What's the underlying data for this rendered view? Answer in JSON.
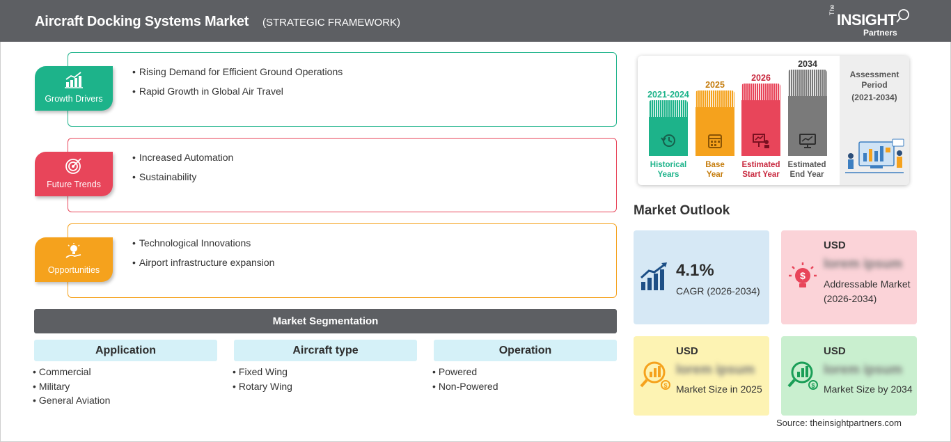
{
  "header": {
    "title": "Aircraft Docking Systems Market",
    "subtitle": "(STRATEGIC FRAMEWORK)",
    "logo": {
      "the": "The",
      "brand": "INSIGHT",
      "partners": "Partners"
    }
  },
  "framework": [
    {
      "label": "Growth Drivers",
      "color": "#1db38a",
      "icon": "growth-chart-icon",
      "items": [
        "Rising Demand for Efficient Ground Operations",
        "Rapid Growth in Global Air Travel"
      ]
    },
    {
      "label": "Future Trends",
      "color": "#e8455a",
      "icon": "target-icon",
      "items": [
        "Increased Automation",
        "Sustainability"
      ]
    },
    {
      "label": "Opportunities",
      "color": "#f5a21d",
      "icon": "lightbulb-hand-icon",
      "items": [
        "Technological Innovations",
        "Airport infrastructure expansion"
      ]
    }
  ],
  "segmentation": {
    "title": "Market Segmentation",
    "columns": [
      {
        "heading": "Application",
        "items": [
          "Commercial",
          "Military",
          "General Aviation"
        ]
      },
      {
        "heading": "Aircraft type",
        "items": [
          "Fixed Wing",
          "Rotary Wing"
        ]
      },
      {
        "heading": "Operation",
        "items": [
          "Powered",
          "Non-Powered"
        ]
      }
    ]
  },
  "timeline": {
    "periods": [
      {
        "year": "2021-2024",
        "label_line1": "Historical",
        "label_line2": "Years",
        "color": "#1db38a",
        "icon": "history-icon"
      },
      {
        "year": "2025",
        "label_line1": "Base",
        "label_line2": "Year",
        "color": "#f5a21d",
        "icon": "calendar-icon"
      },
      {
        "year": "2026",
        "label_line1": "Estimated",
        "label_line2": "Start Year",
        "color": "#e8455a",
        "icon": "presentation-icon"
      },
      {
        "year": "2034",
        "label_line1": "Estimated",
        "label_line2": "End Year",
        "color": "#7a7a7a",
        "icon": "monitor-chart-icon"
      }
    ],
    "assessment": {
      "line1": "Assessment",
      "line2": "Period",
      "line3": "(2021-2034)"
    }
  },
  "outlook": {
    "title": "Market Outlook",
    "cagr": {
      "value": "4.1%",
      "label": "CAGR (2026-2034)",
      "icon": "rising-bars-icon",
      "color": "#d6e8f5"
    },
    "addressable": {
      "currency": "USD",
      "value": "lorem ipsum",
      "label": "Addressable Market (2026-2034)",
      "icon": "dollar-bulb-icon",
      "color": "#fbd3d8"
    },
    "size2025": {
      "currency": "USD",
      "value": "lorem ipsum",
      "label": "Market Size in 2025",
      "icon": "magnifier-chart-icon",
      "color": "#fdf3b3"
    },
    "size2034": {
      "currency": "USD",
      "value": "lorem ipsum",
      "label": "Market Size by 2034",
      "icon": "magnifier-growth-icon",
      "color": "#c9efcf"
    }
  },
  "source": "Source: theinsightpartners.com"
}
